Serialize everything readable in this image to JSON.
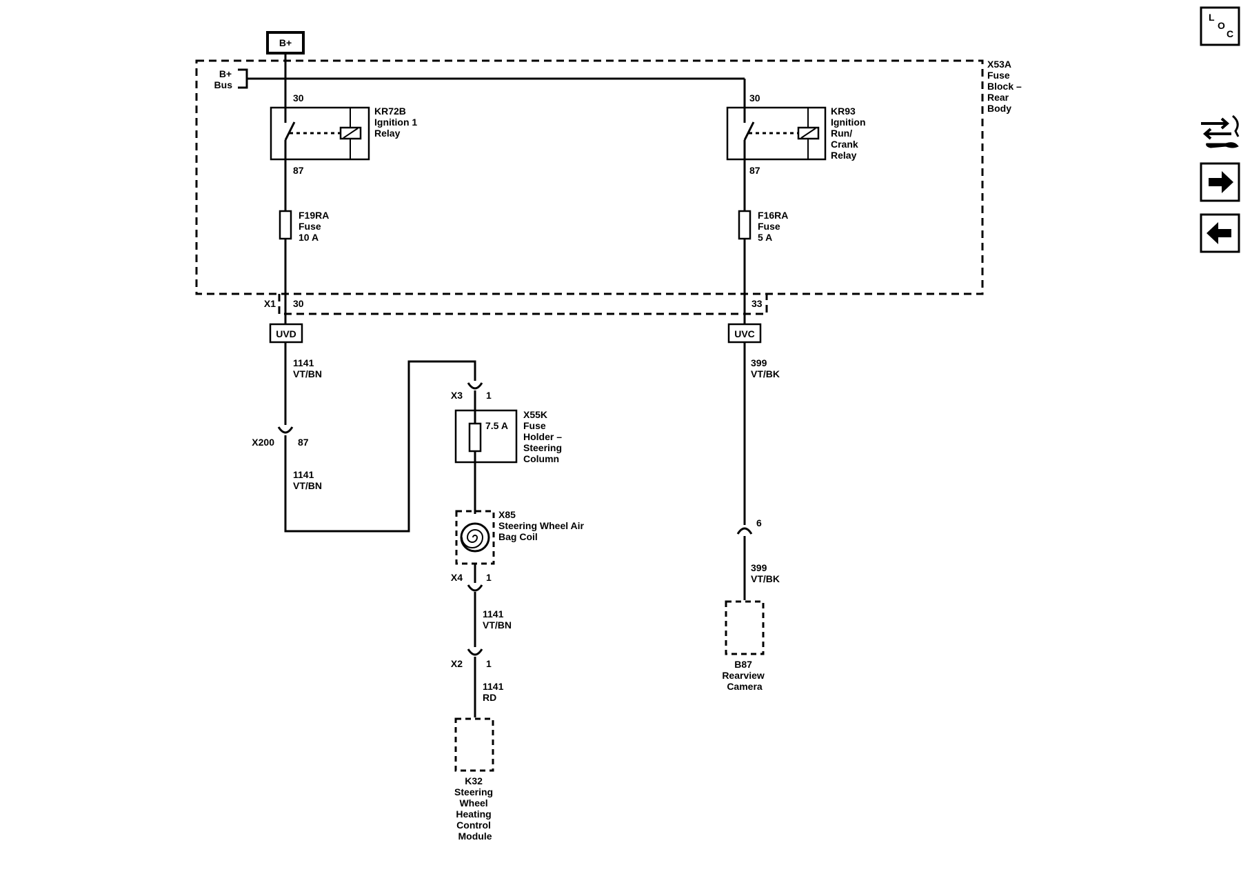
{
  "power": {
    "bplus_label": "B+",
    "bus_label": [
      "B+",
      "Bus"
    ]
  },
  "fuse_block": {
    "label": [
      "X53A",
      "Fuse",
      "Block –",
      "Rear",
      "Body"
    ],
    "connector_label": "X1"
  },
  "relay_left": {
    "label": [
      "KR72B",
      "Ignition 1",
      "Relay"
    ],
    "pin_top": "30",
    "pin_bottom": "87"
  },
  "relay_right": {
    "label": [
      "KR93",
      "Ignition",
      "Run/",
      "Crank",
      "Relay"
    ],
    "pin_top": "30",
    "pin_bottom": "87"
  },
  "fuse_left": {
    "label": [
      "F19RA",
      "Fuse",
      "10 A"
    ],
    "pin": "30",
    "splice": "UVD"
  },
  "fuse_right": {
    "label": [
      "F16RA",
      "Fuse",
      "5 A"
    ],
    "pin": "33",
    "splice": "UVC"
  },
  "left_branch": {
    "wire1": [
      "1141",
      "VT/BN"
    ],
    "connector": "X200",
    "connector_pin": "87",
    "wire2": [
      "1141",
      "VT/BN"
    ]
  },
  "center_branch": {
    "x3_label": "X3",
    "x3_pin": "1",
    "fuse_rating": "7.5 A",
    "fuse_holder_label": [
      "X55K",
      "Fuse",
      "Holder –",
      "Steering",
      "Column"
    ],
    "coil_label": [
      "X85",
      "Steering Wheel Air",
      "Bag Coil"
    ],
    "x4_label": "X4",
    "x4_pin": "1",
    "wire_a": [
      "1141",
      "VT/BN"
    ],
    "x2_label": "X2",
    "x2_pin": "1",
    "wire_b": [
      "1141",
      "RD"
    ],
    "module_label": [
      "K32",
      "Steering",
      "Wheel",
      "Heating",
      "Control",
      "Module"
    ]
  },
  "right_branch": {
    "wire1": [
      "399",
      "VT/BK"
    ],
    "connector_pin": "6",
    "wire2": [
      "399",
      "VT/BK"
    ],
    "camera_label": [
      "B87",
      "Rearview",
      "Camera"
    ]
  },
  "nav": {
    "loc_letters": [
      "L",
      "O",
      "C"
    ]
  }
}
